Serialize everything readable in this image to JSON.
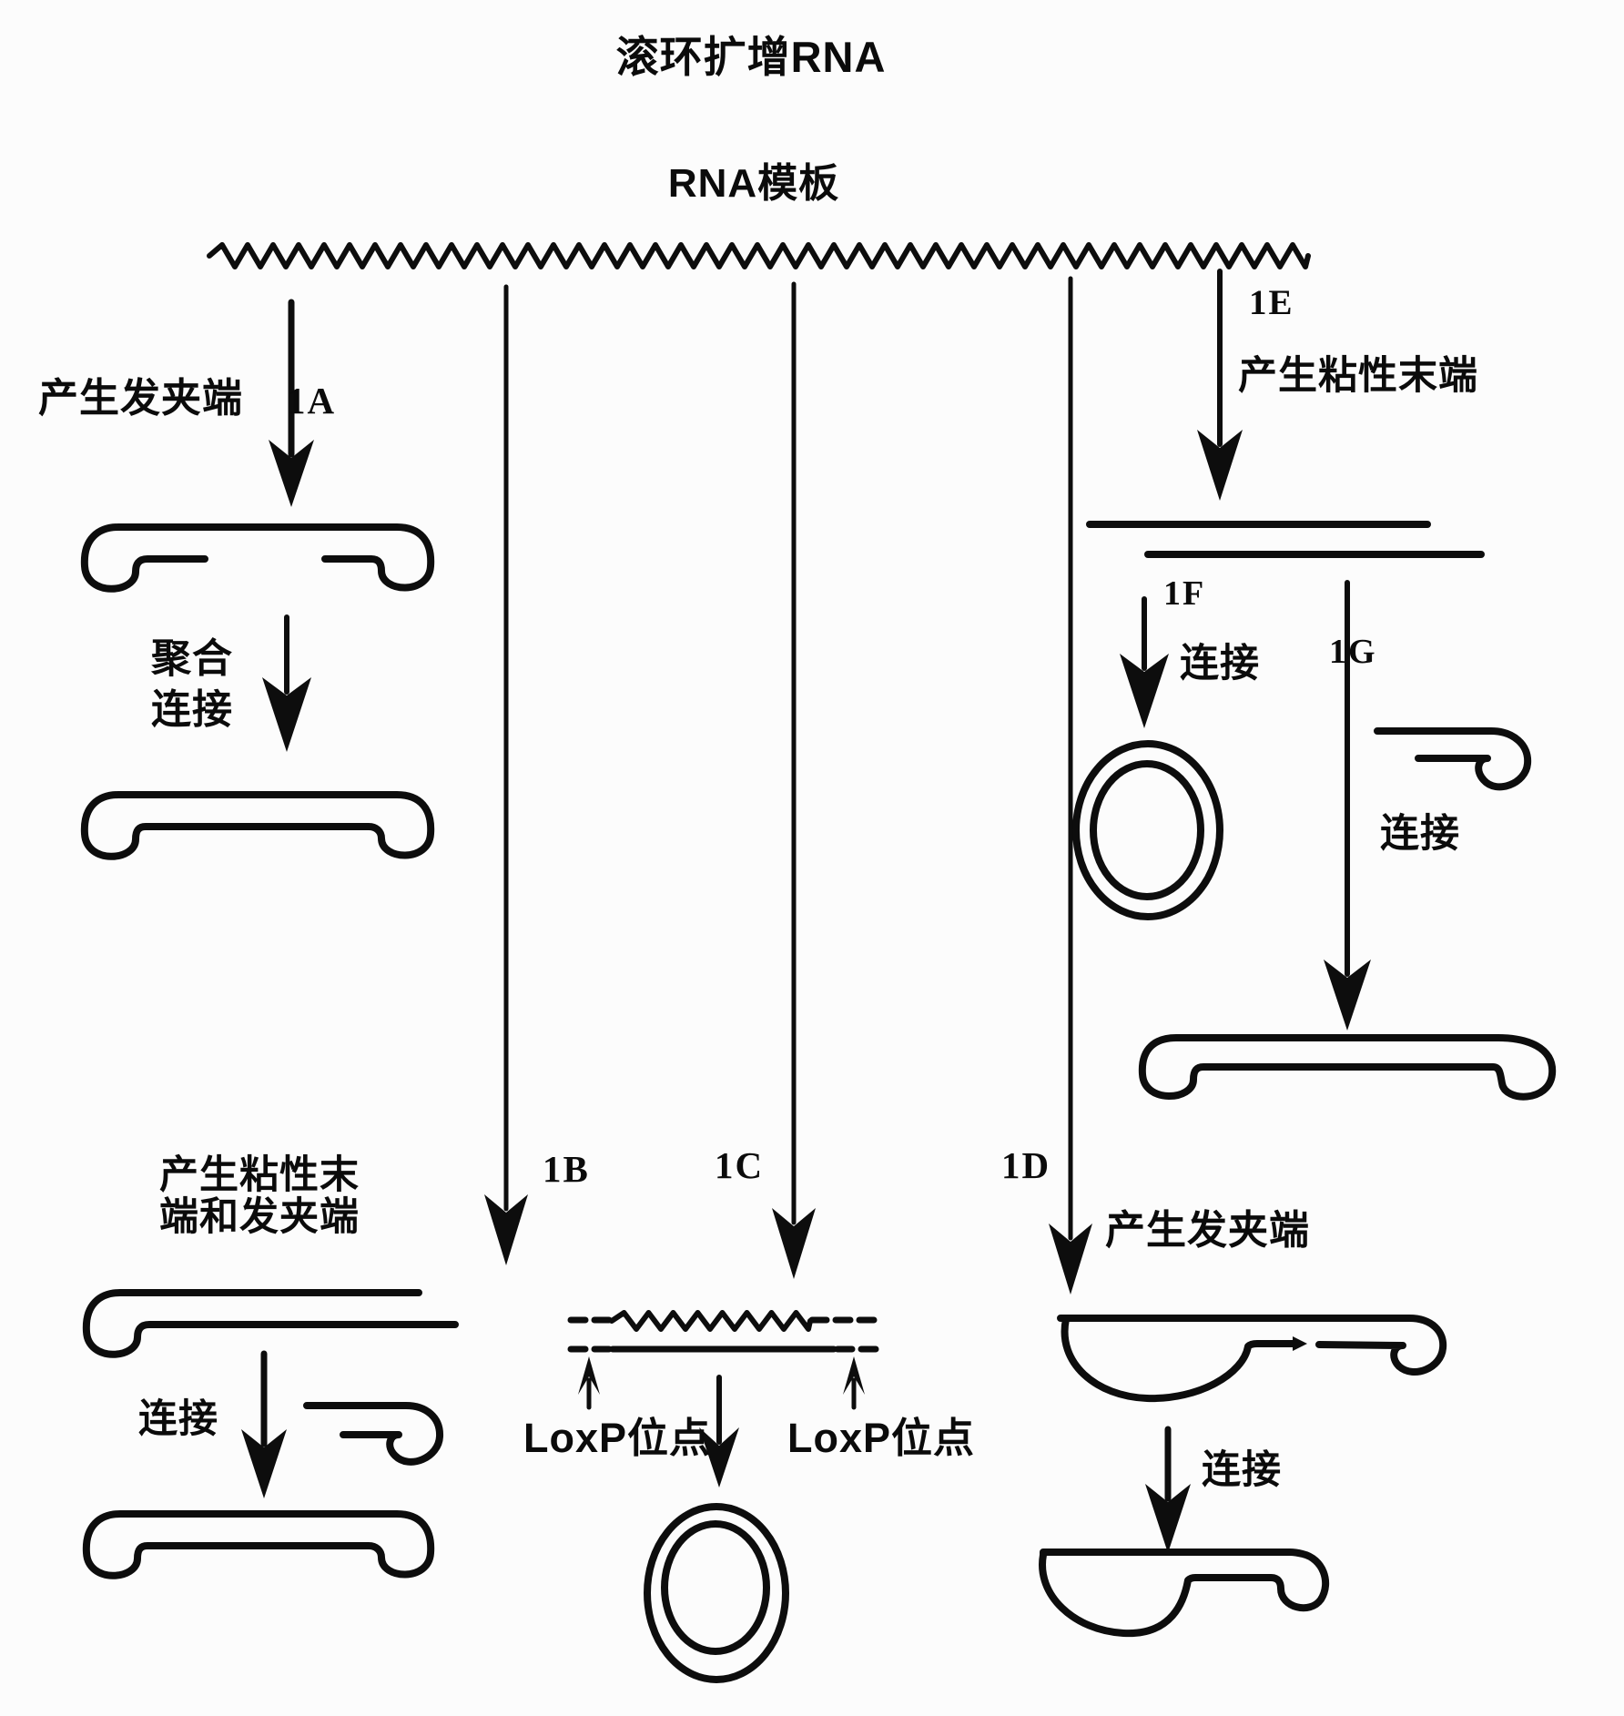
{
  "figure": {
    "title": "滚环扩增RNA",
    "template_label": "RNA模板"
  },
  "colors": {
    "ink": "#0d0d0d",
    "paper": "#fcfcfc"
  },
  "branch_1a": {
    "id": "1A",
    "action": "产生发夹端",
    "step_line1": "聚合",
    "step_line2": "连接"
  },
  "branch_1b": {
    "id": "1B",
    "action_line1": "产生粘性末",
    "action_line2": "端和发夹端",
    "step": "连接"
  },
  "branch_1c": {
    "id": "1C",
    "loxp_site_left": "LoxP位点",
    "loxp_site_right": "LoxP位点"
  },
  "branch_1d": {
    "id": "1D",
    "action": "产生发夹端",
    "step": "连接"
  },
  "branch_1e": {
    "id": "1E",
    "action": "产生粘性末端"
  },
  "branch_1f": {
    "id": "1F",
    "step": "连接"
  },
  "branch_1g": {
    "id": "1G",
    "step": "连接"
  }
}
